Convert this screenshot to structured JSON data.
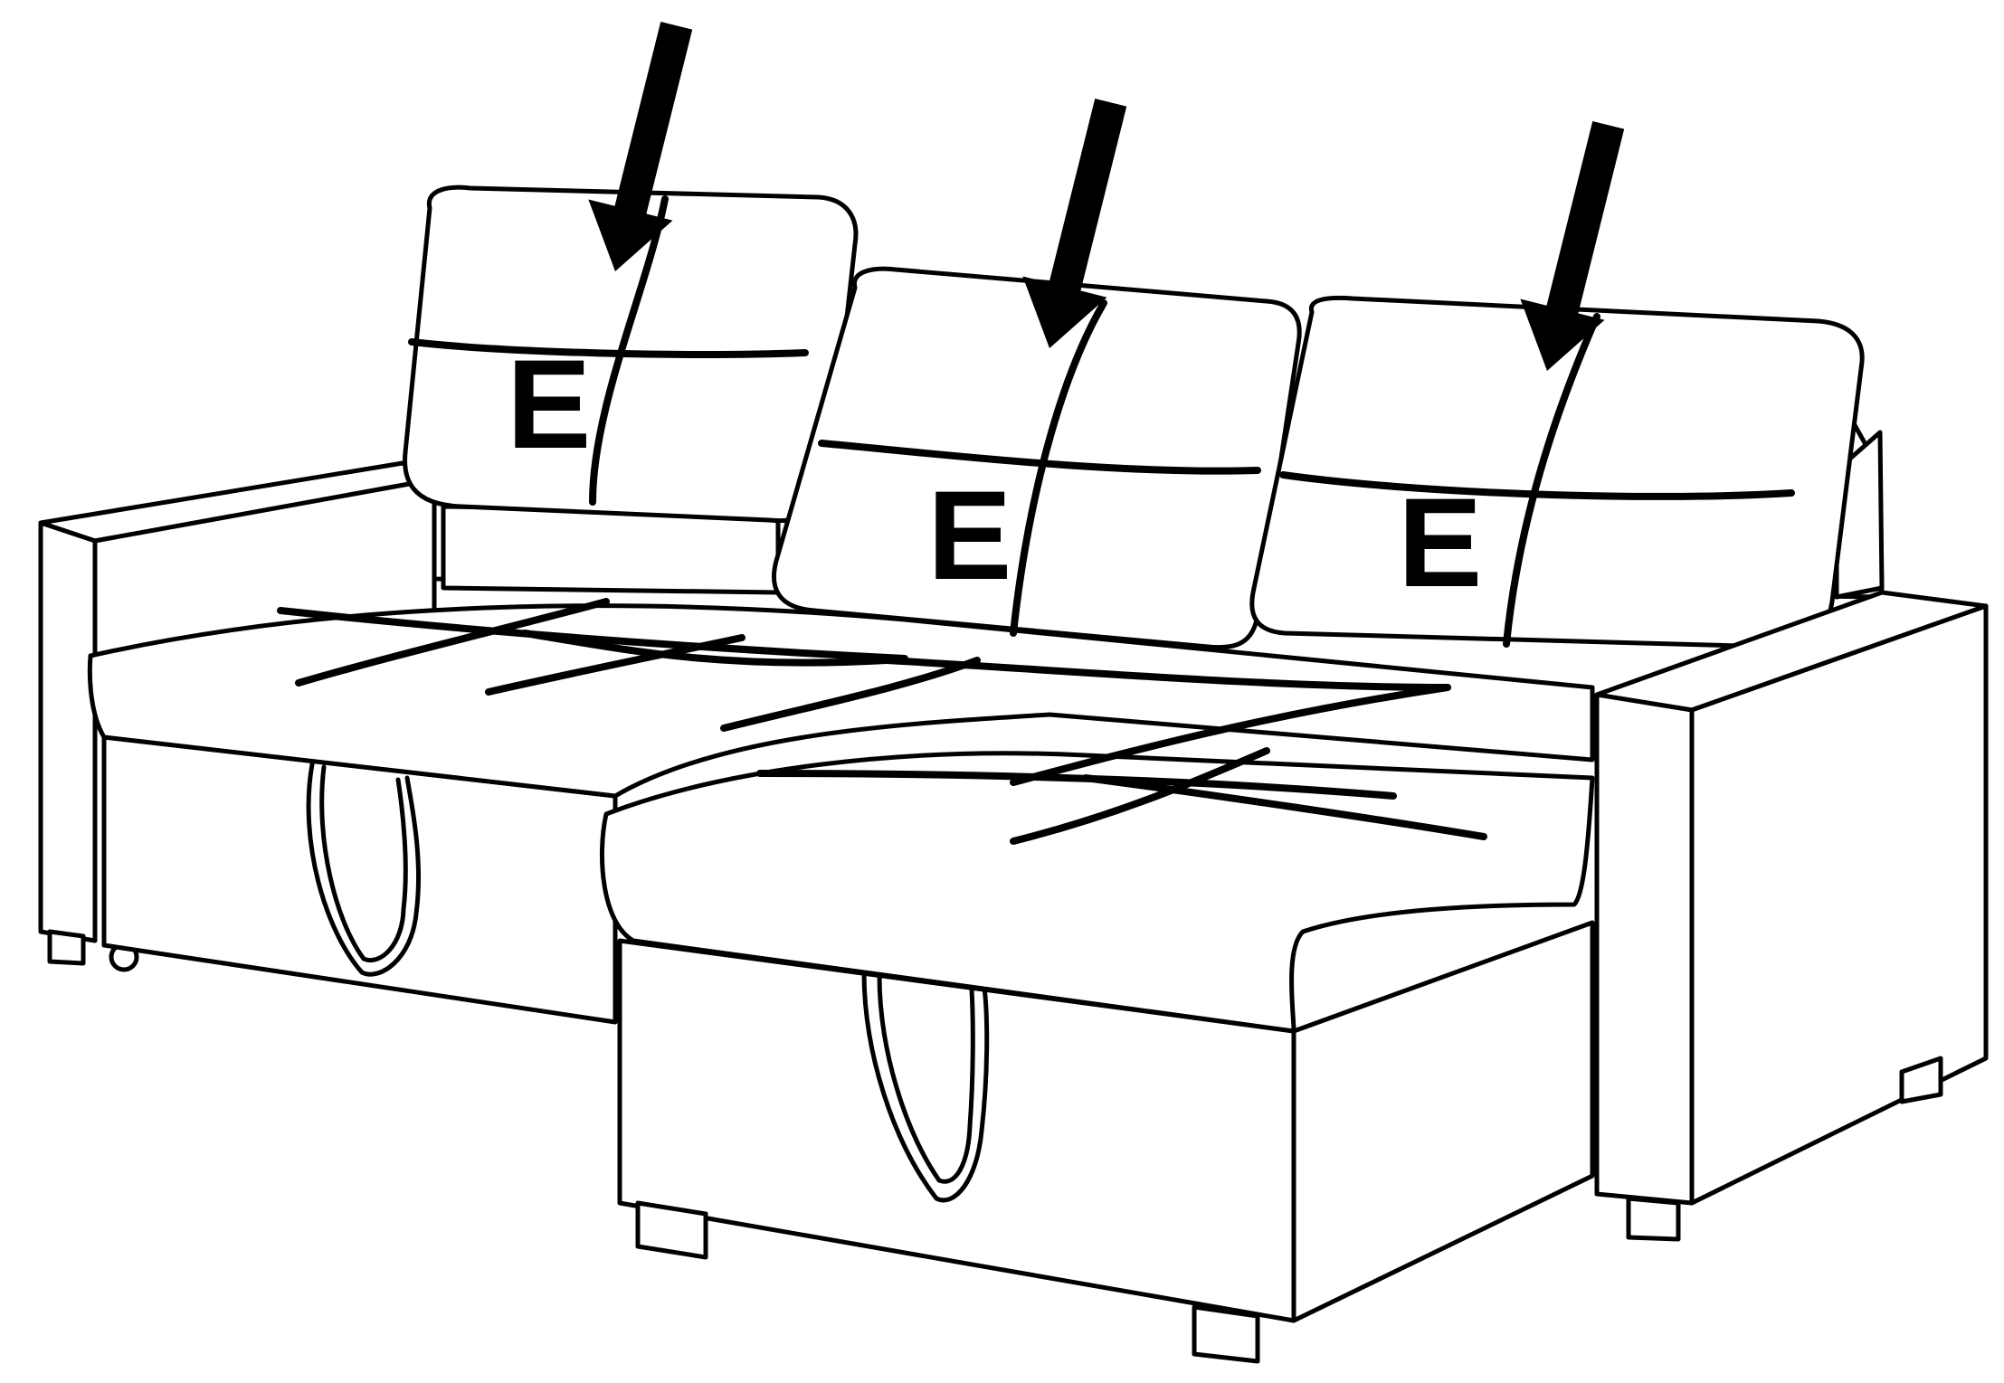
{
  "diagram": {
    "cushion_labels": [
      "E",
      "E",
      "E"
    ],
    "arrow_count": 3,
    "colors": {
      "line": "#000000",
      "background": "#ffffff"
    }
  }
}
